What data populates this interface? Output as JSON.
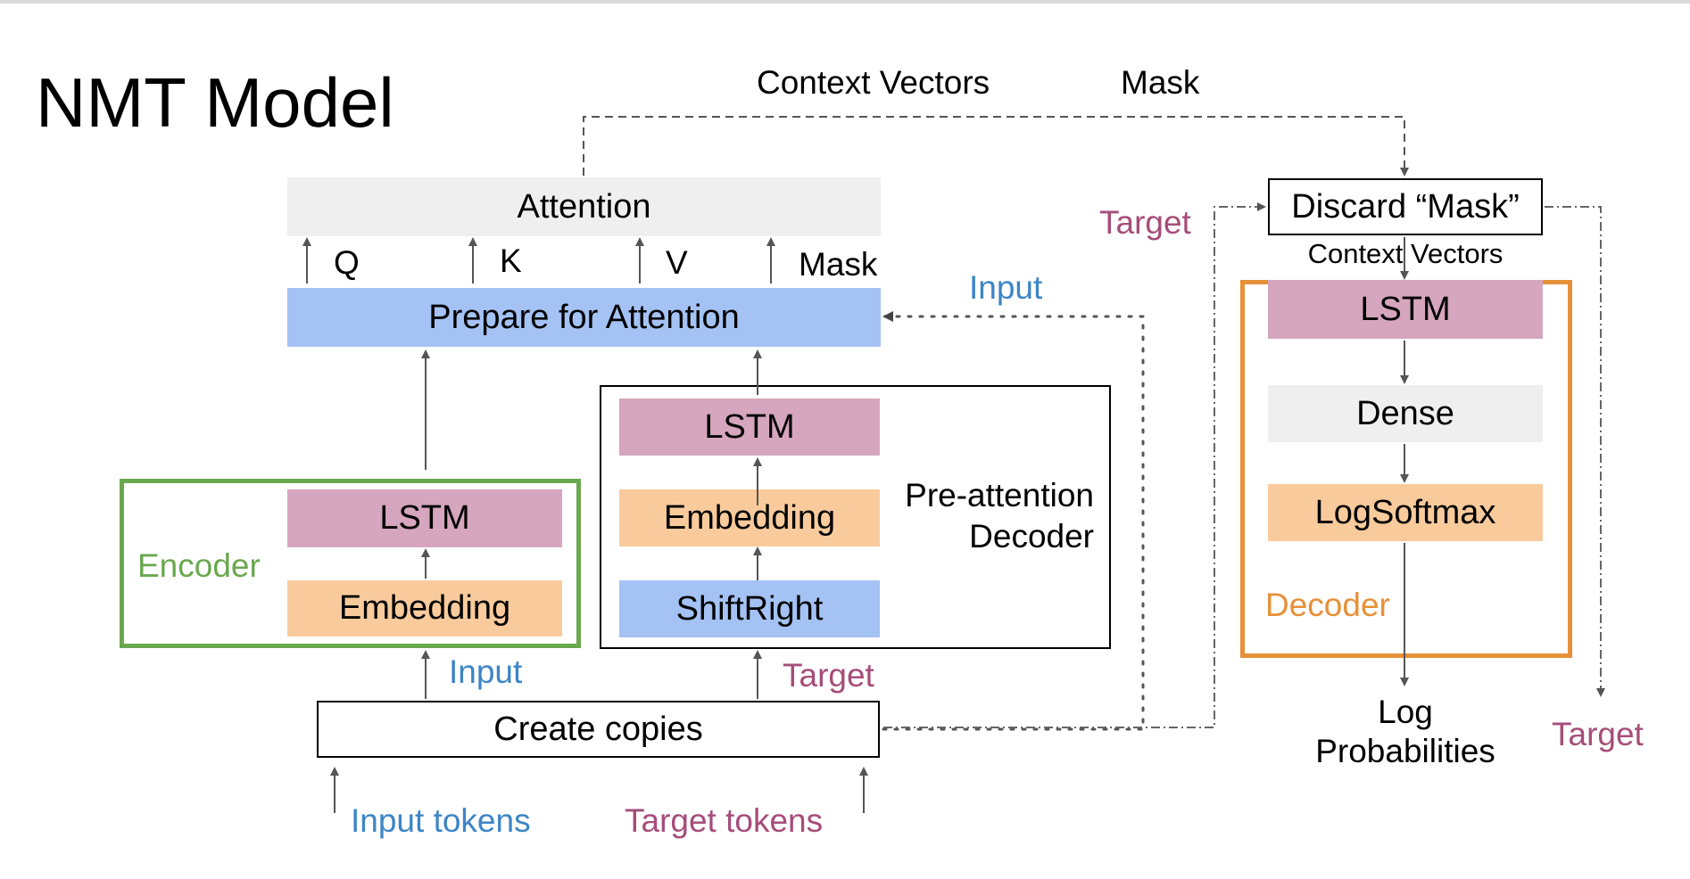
{
  "title": "NMT Model",
  "colors": {
    "lstm": "#d5a6bd",
    "embedding": "#f9cb9c",
    "blue_block": "#a4c2f4",
    "gray_block": "#efefef",
    "encoder_border": "#6aa84f",
    "decoder_border": "#e69138",
    "input_text": "#3d85c6",
    "target_text": "#a64d79",
    "encoder_text": "#6aa84f",
    "decoder_text": "#e69138"
  },
  "top_labels": {
    "context_vectors": "Context Vectors",
    "mask": "Mask"
  },
  "attention": {
    "label": "Attention",
    "q": "Q",
    "k": "K",
    "v": "V",
    "mask": "Mask"
  },
  "prepare": {
    "label": "Prepare for Attention",
    "input_label": "Input"
  },
  "encoder": {
    "name": "Encoder",
    "lstm": "LSTM",
    "embedding": "Embedding"
  },
  "pre_decoder": {
    "name_line1": "Pre-attention",
    "name_line2": "Decoder",
    "lstm": "LSTM",
    "embedding": "Embedding",
    "shift": "ShiftRight"
  },
  "copies": {
    "label": "Create copies",
    "input_label": "Input",
    "target_label": "Target",
    "input_tokens": "Input tokens",
    "target_tokens": "Target tokens"
  },
  "discard": {
    "label": "Discard “Mask”",
    "target_label": "Target",
    "context_label": "Context Vectors"
  },
  "decoder": {
    "name": "Decoder",
    "lstm": "LSTM",
    "dense": "Dense",
    "logsoftmax": "LogSoftmax"
  },
  "outputs": {
    "log_line1": "Log",
    "log_line2": "Probabilities",
    "target": "Target"
  }
}
